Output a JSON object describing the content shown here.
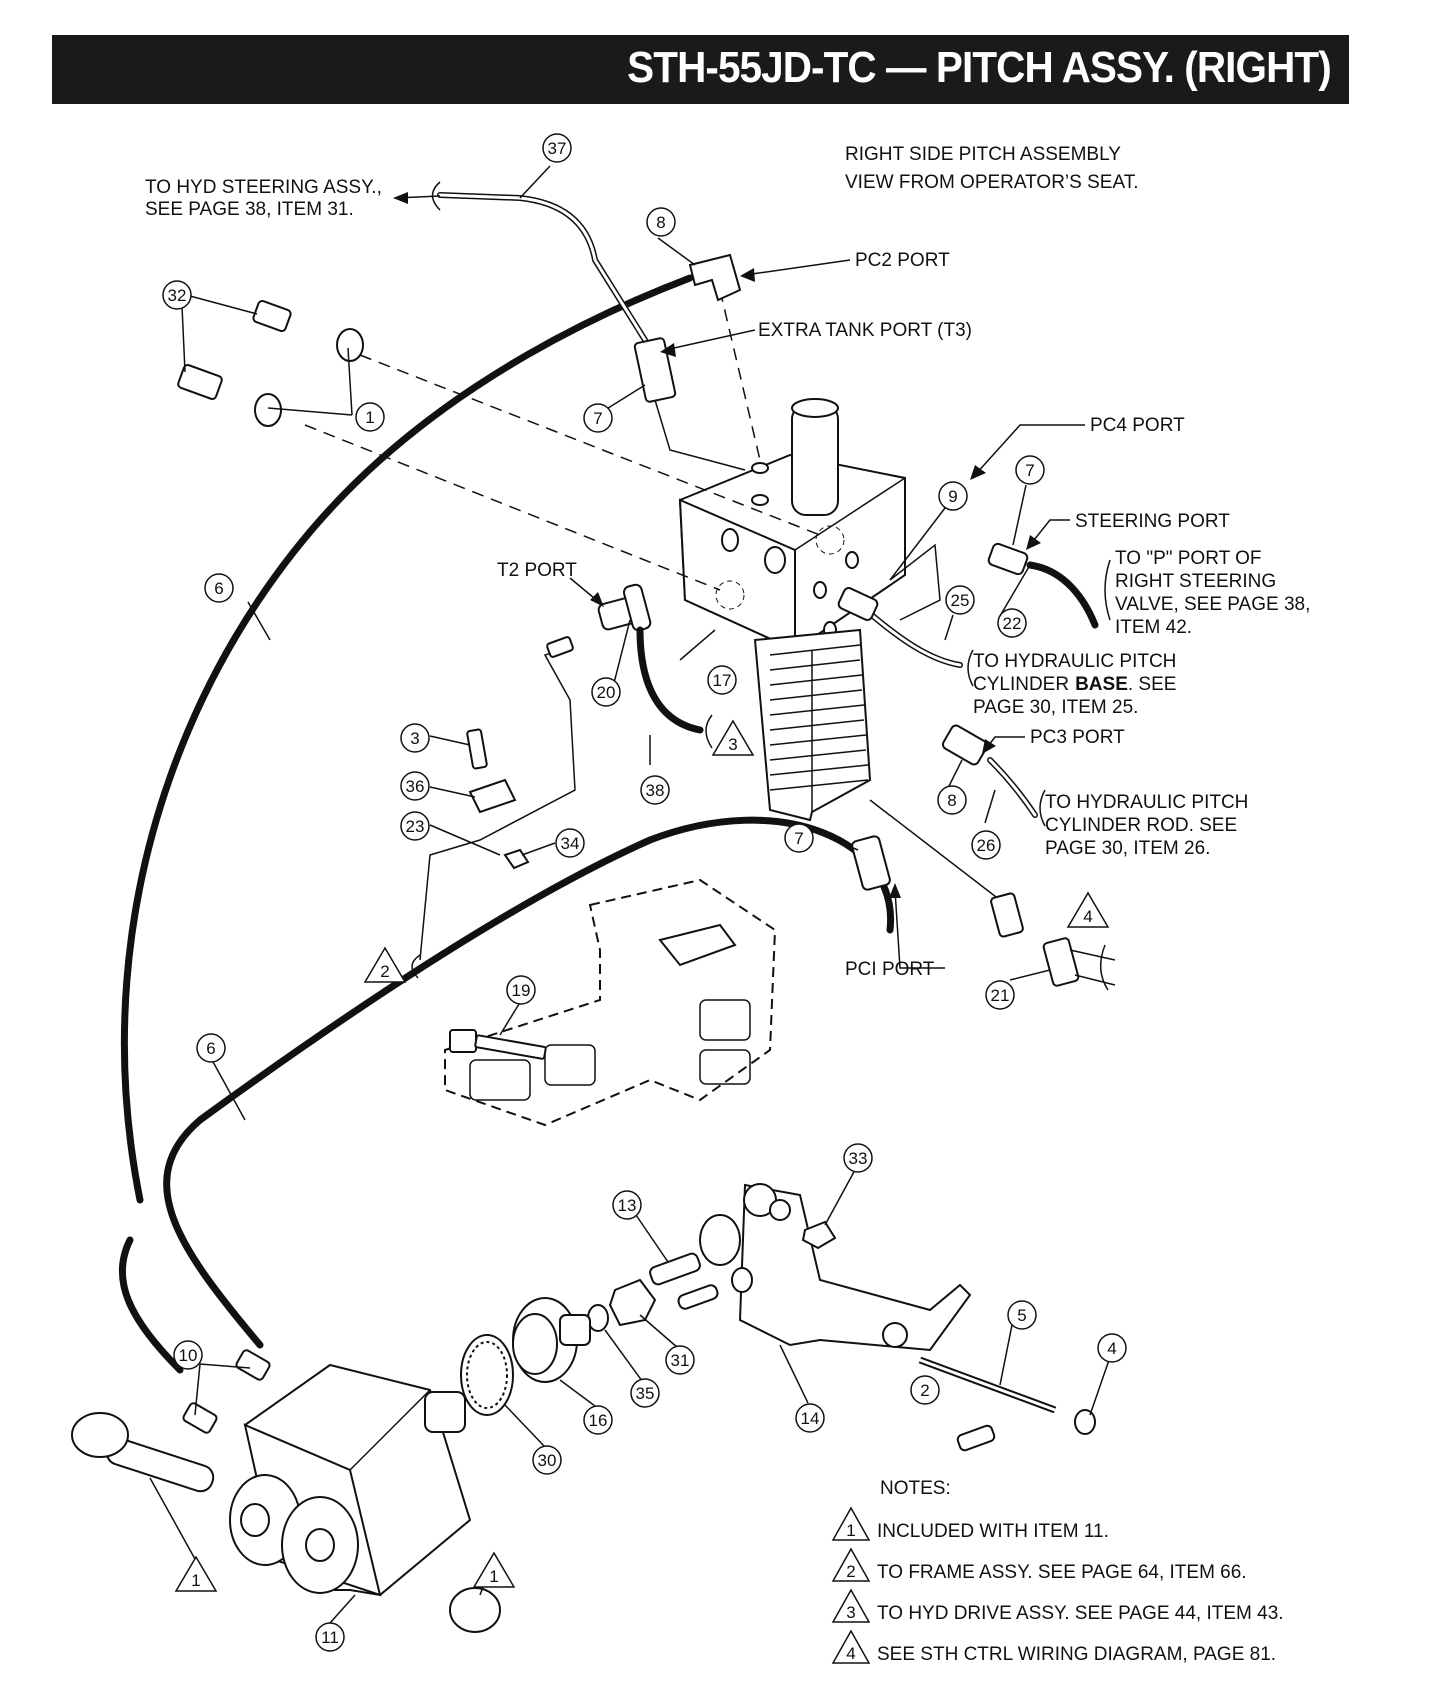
{
  "title": "STH-55JD-TC — PITCH ASSY. (RIGHT)",
  "view_caption": [
    "RIGHT SIDE PITCH  ASSEMBLY",
    "VIEW FROM OPERATOR’S SEAT."
  ],
  "callouts": {
    "to_hyd_steering": [
      "TO HYD STEERING ASSY.,",
      "SEE PAGE 38, ITEM 31."
    ],
    "pc2_port": "PC2  PORT",
    "extra_tank_port": "EXTRA TANK  PORT (T3)",
    "pc4_port": "PC4  PORT",
    "steering_port": "STEERING PORT",
    "to_p_port": [
      "TO \"P\" PORT OF",
      "RIGHT STEERING",
      "VALVE, SEE PAGE 38,",
      "ITEM 42."
    ],
    "t2_port": "T2  PORT",
    "to_pitch_base": [
      "TO HYDRAULIC PITCH",
      "PAGE 30, ITEM 25."
    ],
    "to_pitch_base_line2_pre": "CYLINDER",
    "to_pitch_base_line2_bold": "BASE",
    "to_pitch_base_line2_post": ". SEE",
    "pc3_port": "PC3 PORT",
    "to_pitch_rod": [
      "TO HYDRAULIC PITCH",
      "CYLINDER ROD. SEE",
      "PAGE 30, ITEM 26."
    ],
    "pci_port": "PCI PORT"
  },
  "item_numbers": [
    "37",
    "8",
    "32",
    "1",
    "7",
    "6",
    "9",
    "7",
    "25",
    "22",
    "17",
    "20",
    "3",
    "38",
    "36",
    "23",
    "34",
    "8",
    "26",
    "7",
    "4",
    "21",
    "2",
    "19",
    "6",
    "33",
    "13",
    "5",
    "4",
    "10",
    "31",
    "35",
    "2",
    "16",
    "14",
    "30",
    "11",
    "1",
    "1",
    "3"
  ],
  "notes": {
    "heading": "NOTES:",
    "items": [
      {
        "marker": "1",
        "text": "INCLUDED WITH ITEM 11."
      },
      {
        "marker": "2",
        "text": "TO FRAME ASSY. SEE PAGE 64, ITEM 66."
      },
      {
        "marker": "3",
        "text": "TO HYD DRIVE ASSY. SEE  PAGE  44, ITEM 43."
      },
      {
        "marker": "4",
        "text": "SEE STH CTRL WIRING DIAGRAM, PAGE 81."
      }
    ]
  }
}
